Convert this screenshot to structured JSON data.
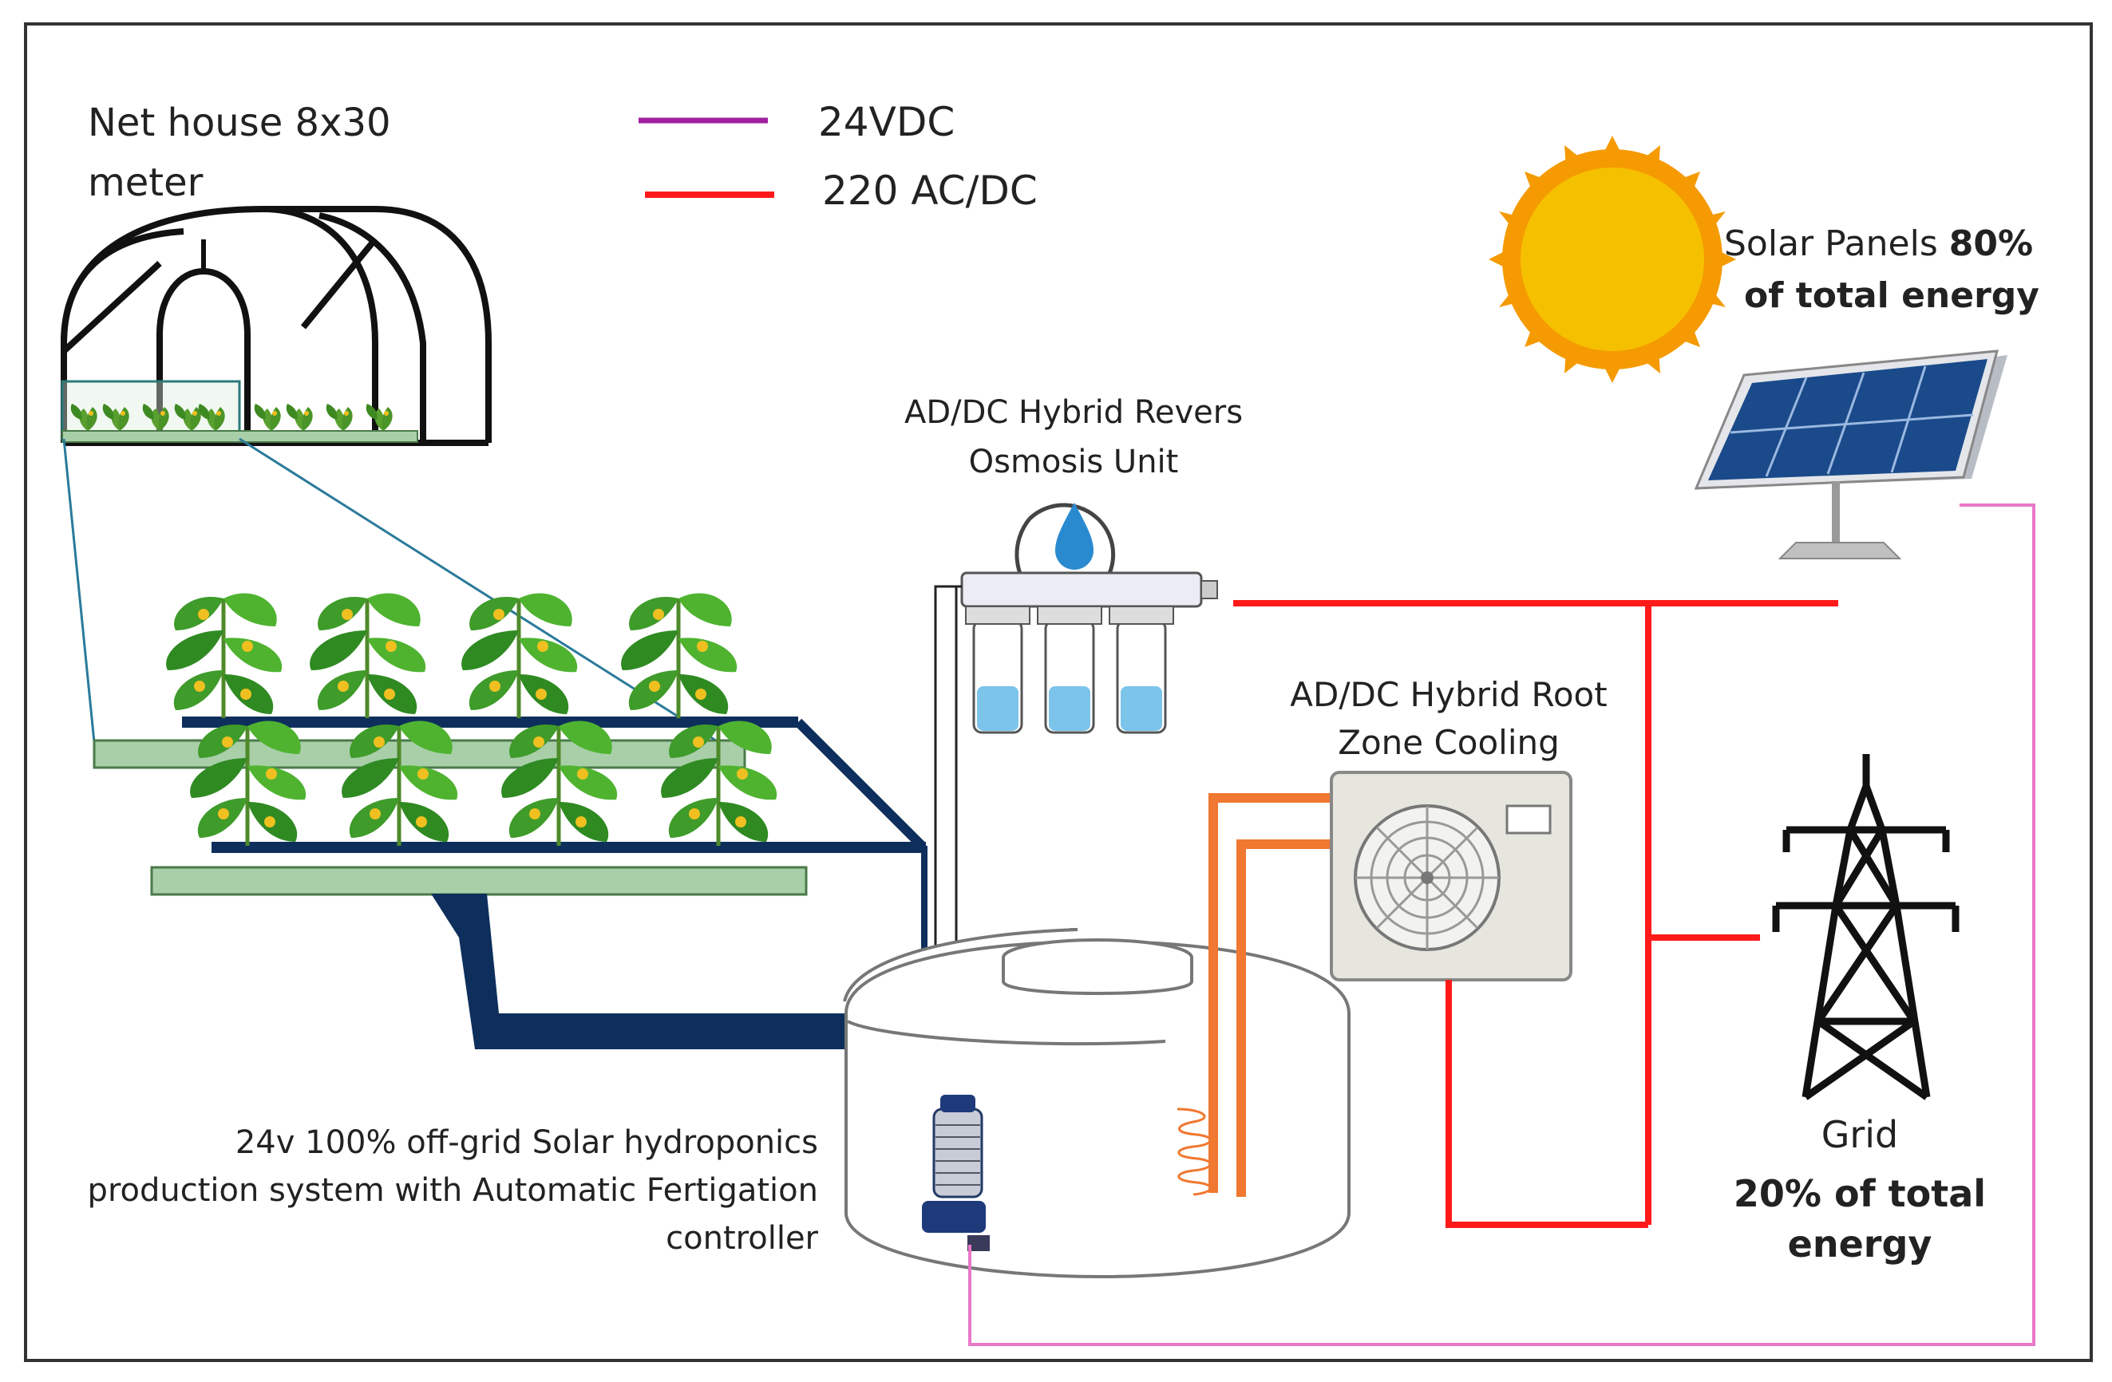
{
  "labels": {
    "net_house_line1": "Net house  8x30",
    "net_house_line2": "meter",
    "legend_24vdc": "24VDC",
    "legend_220": "220 AC/DC",
    "solar_line1_a": "Solar Panels ",
    "solar_line1_b": "80%",
    "solar_line2": "of total energy",
    "ro_line1": "AD/DC Hybrid Revers",
    "ro_line2": "Osmosis Unit",
    "cool_line1": "AD/DC Hybrid Root",
    "cool_line2": "Zone Cooling",
    "system_line1": "24v 100% off-grid Solar hydroponics",
    "system_line2": "production system with Automatic Fertigation",
    "system_line3": "controller",
    "grid_title": "Grid",
    "grid_line1": "20% of total",
    "grid_line2": "energy"
  },
  "colors": {
    "line_24vdc": "#a020a0",
    "line_220": "#ff1a1a",
    "pink_wire": "#e878c8",
    "pipe_dark": "#0e2f5c",
    "pipe_orange": "#f07830",
    "trough": "#a8cfa8",
    "sun": "#f5b800",
    "panel": "#1a4a8a"
  }
}
